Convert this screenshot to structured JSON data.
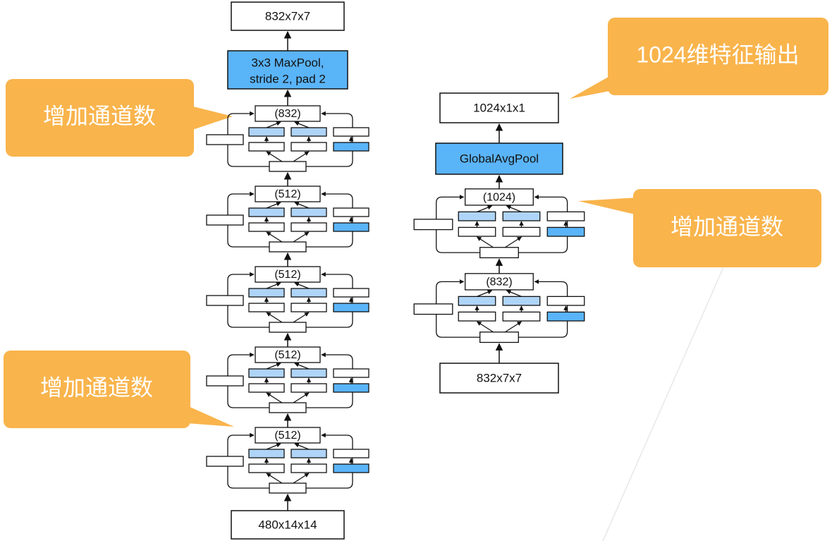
{
  "colors": {
    "callout": "#F9B44C",
    "blue_dark": "#5AB4F8",
    "blue_light": "#AED4F8",
    "box_fill": "#ffffff",
    "stroke": "#111111"
  },
  "left_column": {
    "input": "480x14x14",
    "inception_labels": [
      "(512)",
      "(512)",
      "(512)",
      "(512)",
      "(832)"
    ],
    "maxpool_line1": "3x3 MaxPool,",
    "maxpool_line2": "stride 2, pad 2",
    "output": "832x7x7"
  },
  "right_column": {
    "input": "832x7x7",
    "inception_labels": [
      "(832)",
      "(1024)"
    ],
    "pool": "GlobalAvgPool",
    "output": "1024x1x1"
  },
  "callouts": {
    "left_top": "增加通道数",
    "left_bottom": "增加通道数",
    "right_top": "1024维特征输出",
    "right_middle": "增加通道数"
  }
}
